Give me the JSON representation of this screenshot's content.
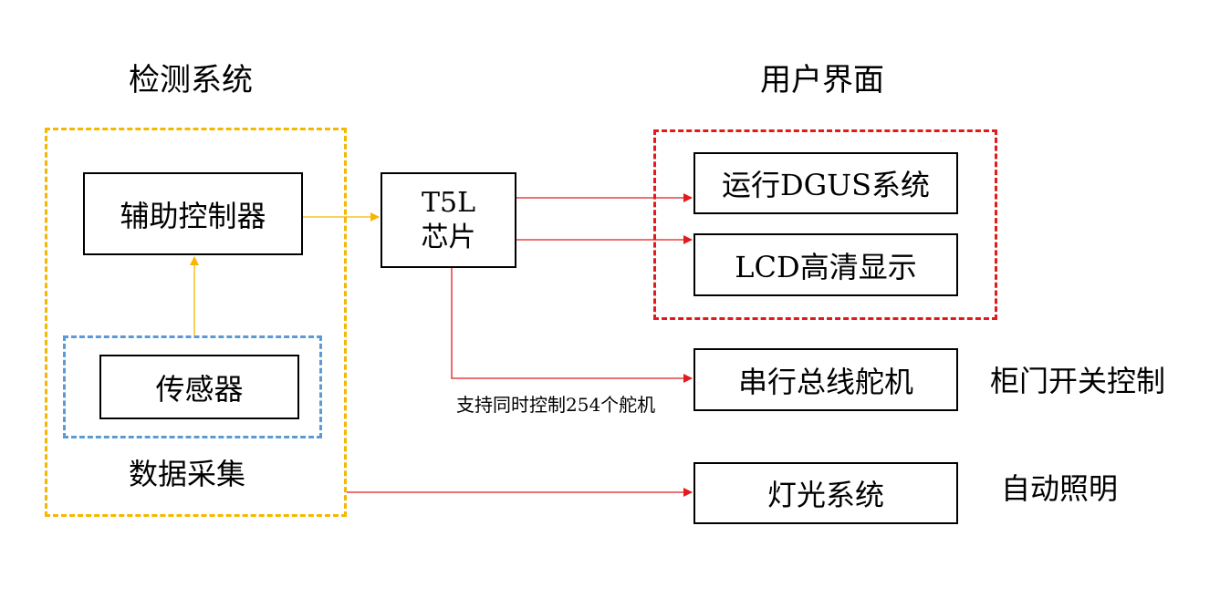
{
  "headings": {
    "detection_system": "检测系统",
    "user_interface": "用户界面"
  },
  "detection_group": {
    "border_color": "#f5b700",
    "aux_controller": "辅助控制器",
    "sensor_group": {
      "border_color": "#5b9bd5",
      "sensor": "传感器"
    },
    "data_acquisition": "数据采集"
  },
  "chip": {
    "line1": "T5L",
    "line2": "芯片"
  },
  "ui_group": {
    "border_color": "#e31a1c",
    "run_dgus": "运行DGUS系统",
    "lcd_display": "LCD高清显示"
  },
  "servo": {
    "label": "串行总线舵机",
    "note": "支持同时控制254个舵机",
    "function": "柜门开关控制"
  },
  "lighting": {
    "label": "灯光系统",
    "function": "自动照明"
  },
  "colors": {
    "arrow_red": "#e31a1c",
    "arrow_yellow": "#f5b700",
    "box_border": "#000000"
  }
}
